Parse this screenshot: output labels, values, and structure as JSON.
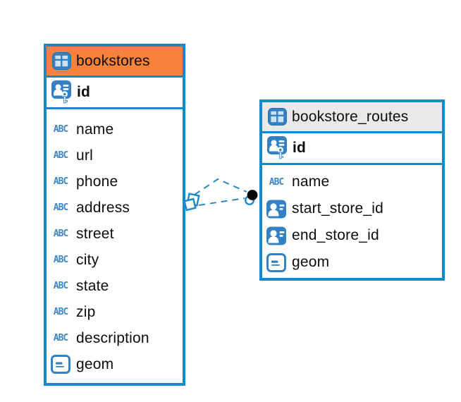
{
  "diagram": {
    "type": "entity-relationship",
    "tables": [
      {
        "name": "bookstores",
        "header_color": "#F6823E",
        "columns": [
          {
            "name": "id",
            "icon": "primary-key"
          },
          {
            "name": "name",
            "icon": "text"
          },
          {
            "name": "url",
            "icon": "text"
          },
          {
            "name": "phone",
            "icon": "text"
          },
          {
            "name": "address",
            "icon": "text"
          },
          {
            "name": "street",
            "icon": "text"
          },
          {
            "name": "city",
            "icon": "text"
          },
          {
            "name": "state",
            "icon": "text"
          },
          {
            "name": "zip",
            "icon": "text"
          },
          {
            "name": "description",
            "icon": "text"
          },
          {
            "name": "geom",
            "icon": "geometry"
          }
        ]
      },
      {
        "name": "bookstore_routes",
        "header_color": "#E9E9E9",
        "columns": [
          {
            "name": "id",
            "icon": "primary-key"
          },
          {
            "name": "name",
            "icon": "text"
          },
          {
            "name": "start_store_id",
            "icon": "reference"
          },
          {
            "name": "end_store_id",
            "icon": "reference"
          },
          {
            "name": "geom",
            "icon": "geometry"
          }
        ]
      }
    ],
    "relationship": {
      "between": [
        "bookstores",
        "bookstore_routes"
      ],
      "line_style": "dashed",
      "line_count": 2,
      "source_marker": "overlapping-squares",
      "target_marker": "filled-dot-with-ring"
    },
    "icons": {
      "abc_glyph": "ABC"
    },
    "colors": {
      "table_border": "#1789CB",
      "bookstores_header": "#F6823E",
      "bookstore_routes_header": "#E9E9E9",
      "icon_blue": "#3381C4",
      "connector_line": "#2E87C8",
      "connector_dot": "#0A0A0A",
      "text": "#0D0D0D"
    }
  }
}
